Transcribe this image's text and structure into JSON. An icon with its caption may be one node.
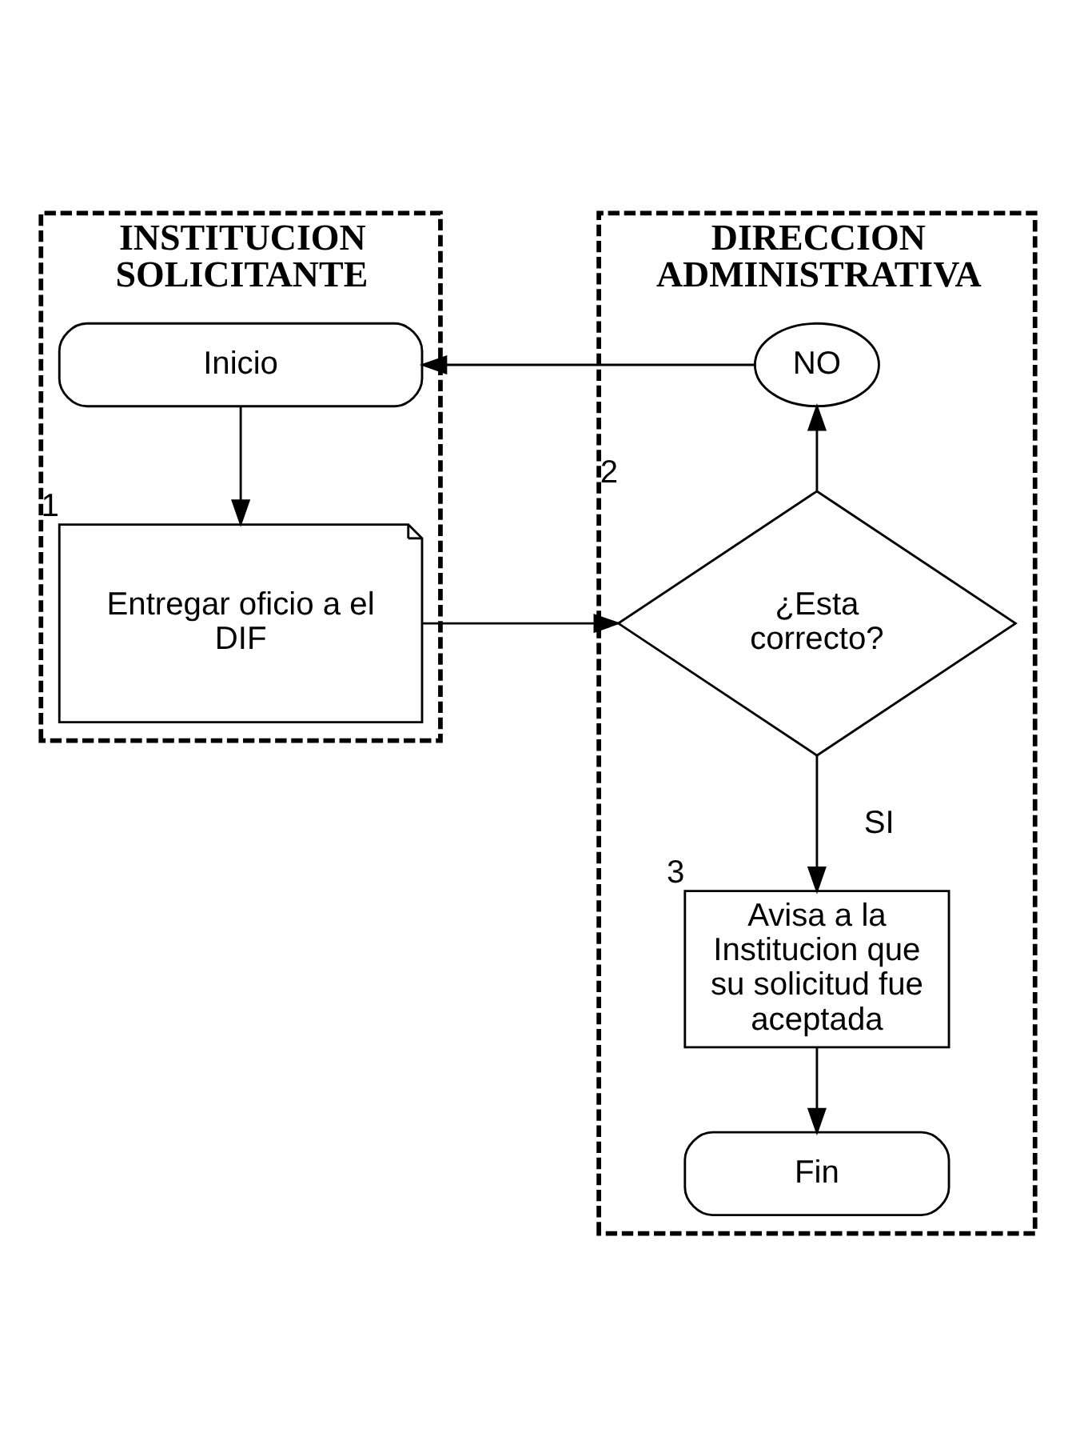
{
  "diagram": {
    "nodes": [
      {
        "text": [
          "INSTITUCION SOLICITANTE"
        ]
      },
      {
        "text": [
          "DIRECCION ADMINISTRATIVA"
        ]
      },
      {
        "text": [
          "Inicio"
        ],
        "in": 0
      },
      {
        "text": [
          "Entregar oficio a el DIF"
        ],
        "in": 0,
        "beside": [
          "1"
        ]
      },
      {
        "text": [
          "¿Esta correcto?"
        ],
        "in": 1,
        "beside": [
          "2"
        ]
      },
      {
        "text": [
          "NO"
        ],
        "in": 1
      },
      {
        "text": [
          "Avisa a la Institucion que su solicitud fue aceptada"
        ],
        "in": 1,
        "beside": [
          "3"
        ]
      },
      {
        "text": [
          "Fin"
        ],
        "in": 1
      }
    ],
    "edges": [
      {
        "from": 2,
        "to": 3,
        "arrow": "to"
      },
      {
        "from": 3,
        "to": 4,
        "arrow": "to"
      },
      {
        "from": 4,
        "to": 5,
        "arrow": "to"
      },
      {
        "from": 5,
        "to": 2,
        "arrow": "to"
      },
      {
        "from": 4,
        "to": 6,
        "label": "SI",
        "arrow": "to"
      },
      {
        "from": 6,
        "to": 7,
        "arrow": "to"
      }
    ]
  }
}
